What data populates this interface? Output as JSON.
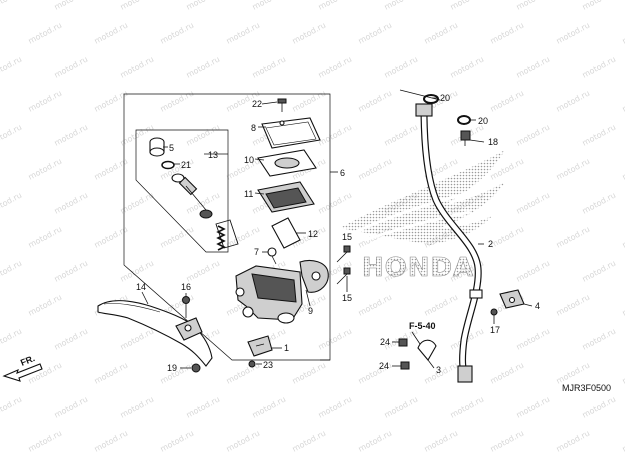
{
  "watermark": {
    "text": "motod.ru"
  },
  "logo": {
    "text": "HONDA"
  },
  "diagram_code": "MJR3F0500",
  "reference": "F-5-40",
  "direction": "FR.",
  "callouts": {
    "c1": "1",
    "c2": "2",
    "c3": "3",
    "c4": "4",
    "c5": "5",
    "c6": "6",
    "c7": "7",
    "c8": "8",
    "c9": "9",
    "c10": "10",
    "c11": "11",
    "c12": "12",
    "c13": "13",
    "c14": "14",
    "c15a": "15",
    "c15b": "15",
    "c16": "16",
    "c17": "17",
    "c18": "18",
    "c19": "19",
    "c20a": "20",
    "c20b": "20",
    "c21": "21",
    "c22": "22",
    "c23": "23",
    "c24a": "24",
    "c24b": "24"
  },
  "colors": {
    "ink": "#111111",
    "watermark": "#d7d7d7",
    "logo_dots": "#9a9a9a"
  }
}
